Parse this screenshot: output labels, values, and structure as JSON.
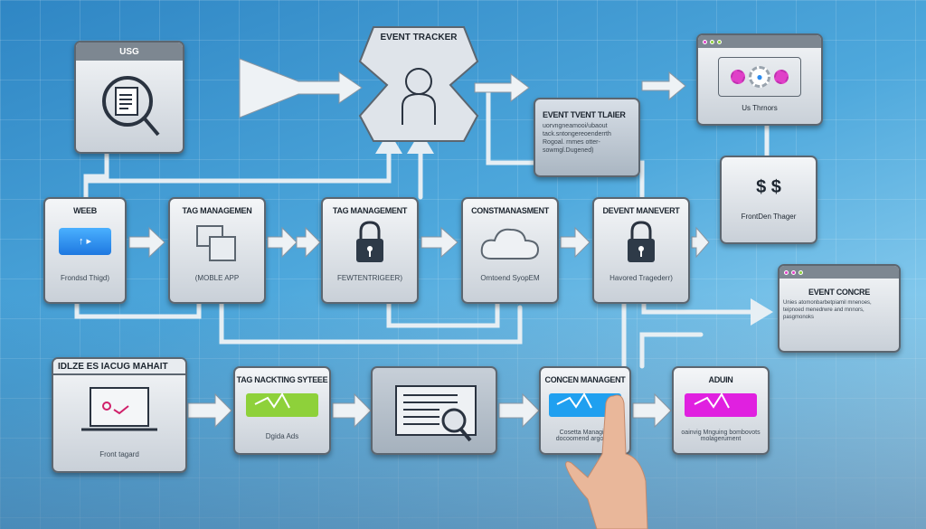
{
  "top": {
    "usg": {
      "title": "USG"
    },
    "event_tracker": {
      "title": "EVENT TRACKER"
    },
    "event_tlaier": {
      "title": "EVENT TVENT TLAIER",
      "lines": [
        "uorvngneamooi/ubaout",
        "tack.sntongereoenderrth",
        "Rogoal. rnmes otter-",
        "sowmgl.Dugened)"
      ]
    },
    "us_thrnors": {
      "caption": "Us Thrnors"
    },
    "frontden": {
      "caption": "FrontDen Thager"
    }
  },
  "middle": [
    {
      "title": "WEEB",
      "caption": "Frondsd Thigd)",
      "icon": "play-button-icon"
    },
    {
      "title": "TAG MANAGEMEN",
      "caption": "(MOBLE APP",
      "icon": "windows-icon"
    },
    {
      "title": "TAG MANAGEMENT",
      "caption": "FEWTENTRIGEER)",
      "icon": "lock-icon"
    },
    {
      "title": "CONSTMANASMENT",
      "caption": "Omtoend SyopEM",
      "icon": "cloud-icon"
    },
    {
      "title": "DEVENT MANEVERT",
      "caption": "Havored Tragederr)",
      "icon": "lock-icon"
    }
  ],
  "event_concre": {
    "title": "EVENT CONCRE",
    "lines": [
      "Unies atomonbarbetpiamil mnenoes,",
      "teipnoed menedrwre and mnnors,",
      "pasgmonoks"
    ]
  },
  "bottom": [
    {
      "title": "IDLZE ES IACUG MAHAIT",
      "caption": "Front tagard",
      "icon": "laptop-icon"
    },
    {
      "title": "TAG NACKTING SYTEEE",
      "caption": "Dgida Ads",
      "color": "#8ed13a"
    },
    {
      "title": "",
      "caption": "",
      "icon": "document-search-icon"
    },
    {
      "title": "CONCEN MANAGENT",
      "caption": "Cosetta Managing docoomend argorent",
      "color": "#1fa0f0"
    },
    {
      "title": "ADUIN",
      "caption": "oainvig Mnguing bombovots molagerument",
      "color": "#e020e0"
    }
  ],
  "colors": {
    "accent_pink": "#e040c8",
    "accent_blue": "#2b8cf0",
    "accent_green": "#8ed13a"
  }
}
